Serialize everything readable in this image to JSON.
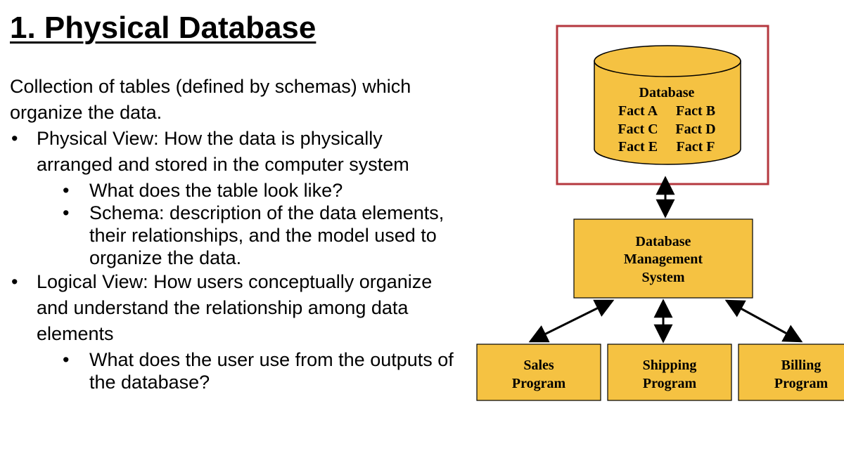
{
  "slide": {
    "title": "1. Physical Database",
    "intro": "Collection of tables (defined by schemas) which organize the data.",
    "bullets": [
      {
        "text": "Physical View: How the data is physically arranged and stored in the computer system",
        "sub": [
          "What does the table look like?",
          "Schema: description of the data elements, their relationships, and the model used to organize the data."
        ]
      },
      {
        "text": "Logical View: How users conceptually organize and understand the relationship among data elements",
        "sub": [
          "What does the user use from the outputs of the database?"
        ]
      }
    ]
  },
  "diagram": {
    "database": {
      "label": "Database",
      "facts": [
        "Fact A",
        "Fact B",
        "Fact C",
        "Fact D",
        "Fact E",
        "Fact F"
      ]
    },
    "dbms": {
      "line1": "Database",
      "line2": "Management",
      "line3": "System"
    },
    "programs": [
      {
        "line1": "Sales",
        "line2": "Program"
      },
      {
        "line1": "Shipping",
        "line2": "Program"
      },
      {
        "line1": "Billing",
        "line2": "Program"
      }
    ],
    "colors": {
      "box_fill": "#F5C242",
      "highlight_border": "#B5383F",
      "outline": "#000000"
    }
  }
}
